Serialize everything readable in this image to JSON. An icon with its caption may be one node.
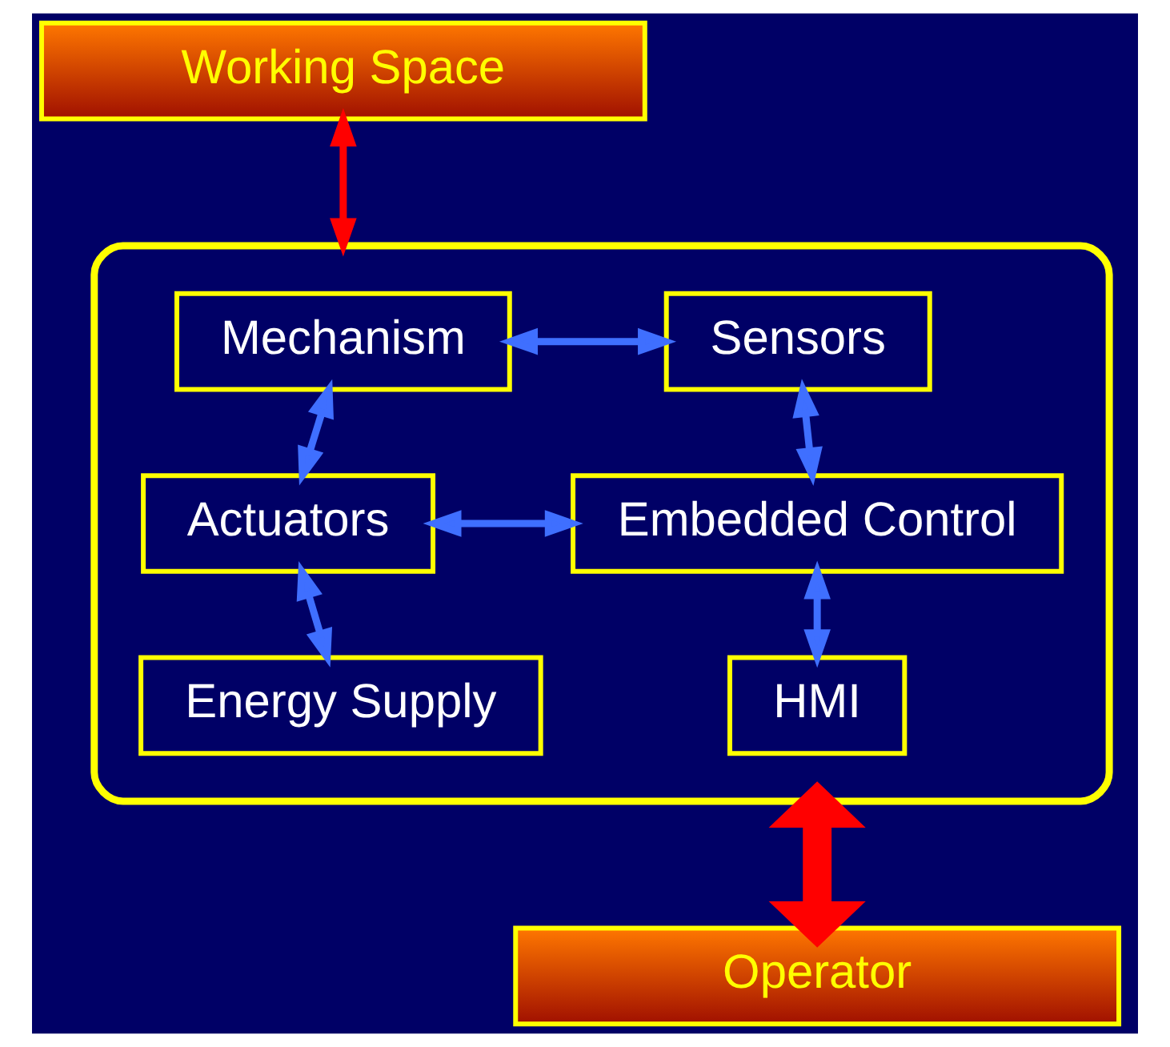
{
  "diagram": {
    "nodes": [
      {
        "text": [
          "Working Space"
        ]
      },
      {
        "text": [],
        "shape": "box"
      },
      {
        "text": [
          "Mechanism"
        ],
        "in": 1
      },
      {
        "text": [
          "Sensors"
        ],
        "in": 1
      },
      {
        "text": [
          "Actuators"
        ],
        "in": 1
      },
      {
        "text": [
          "Embedded Control"
        ],
        "in": 1
      },
      {
        "text": [
          "Energy Supply"
        ],
        "in": 1
      },
      {
        "text": [
          "HMI"
        ],
        "in": 1
      },
      {
        "text": [
          "Operator"
        ]
      }
    ],
    "edges": [
      {
        "from": 0,
        "to": 1,
        "arrow": "both",
        "color": "#ff0000"
      },
      {
        "from": 2,
        "to": 3,
        "arrow": "both"
      },
      {
        "from": 2,
        "to": 4,
        "arrow": "both"
      },
      {
        "from": 3,
        "to": 5,
        "arrow": "both"
      },
      {
        "from": 4,
        "to": 5,
        "arrow": "both"
      },
      {
        "from": 4,
        "to": 6,
        "arrow": "both"
      },
      {
        "from": 5,
        "to": 7,
        "arrow": "both"
      },
      {
        "from": 1,
        "to": 8,
        "arrow": "both",
        "style": "thick",
        "color": "#ff0000"
      }
    ]
  }
}
